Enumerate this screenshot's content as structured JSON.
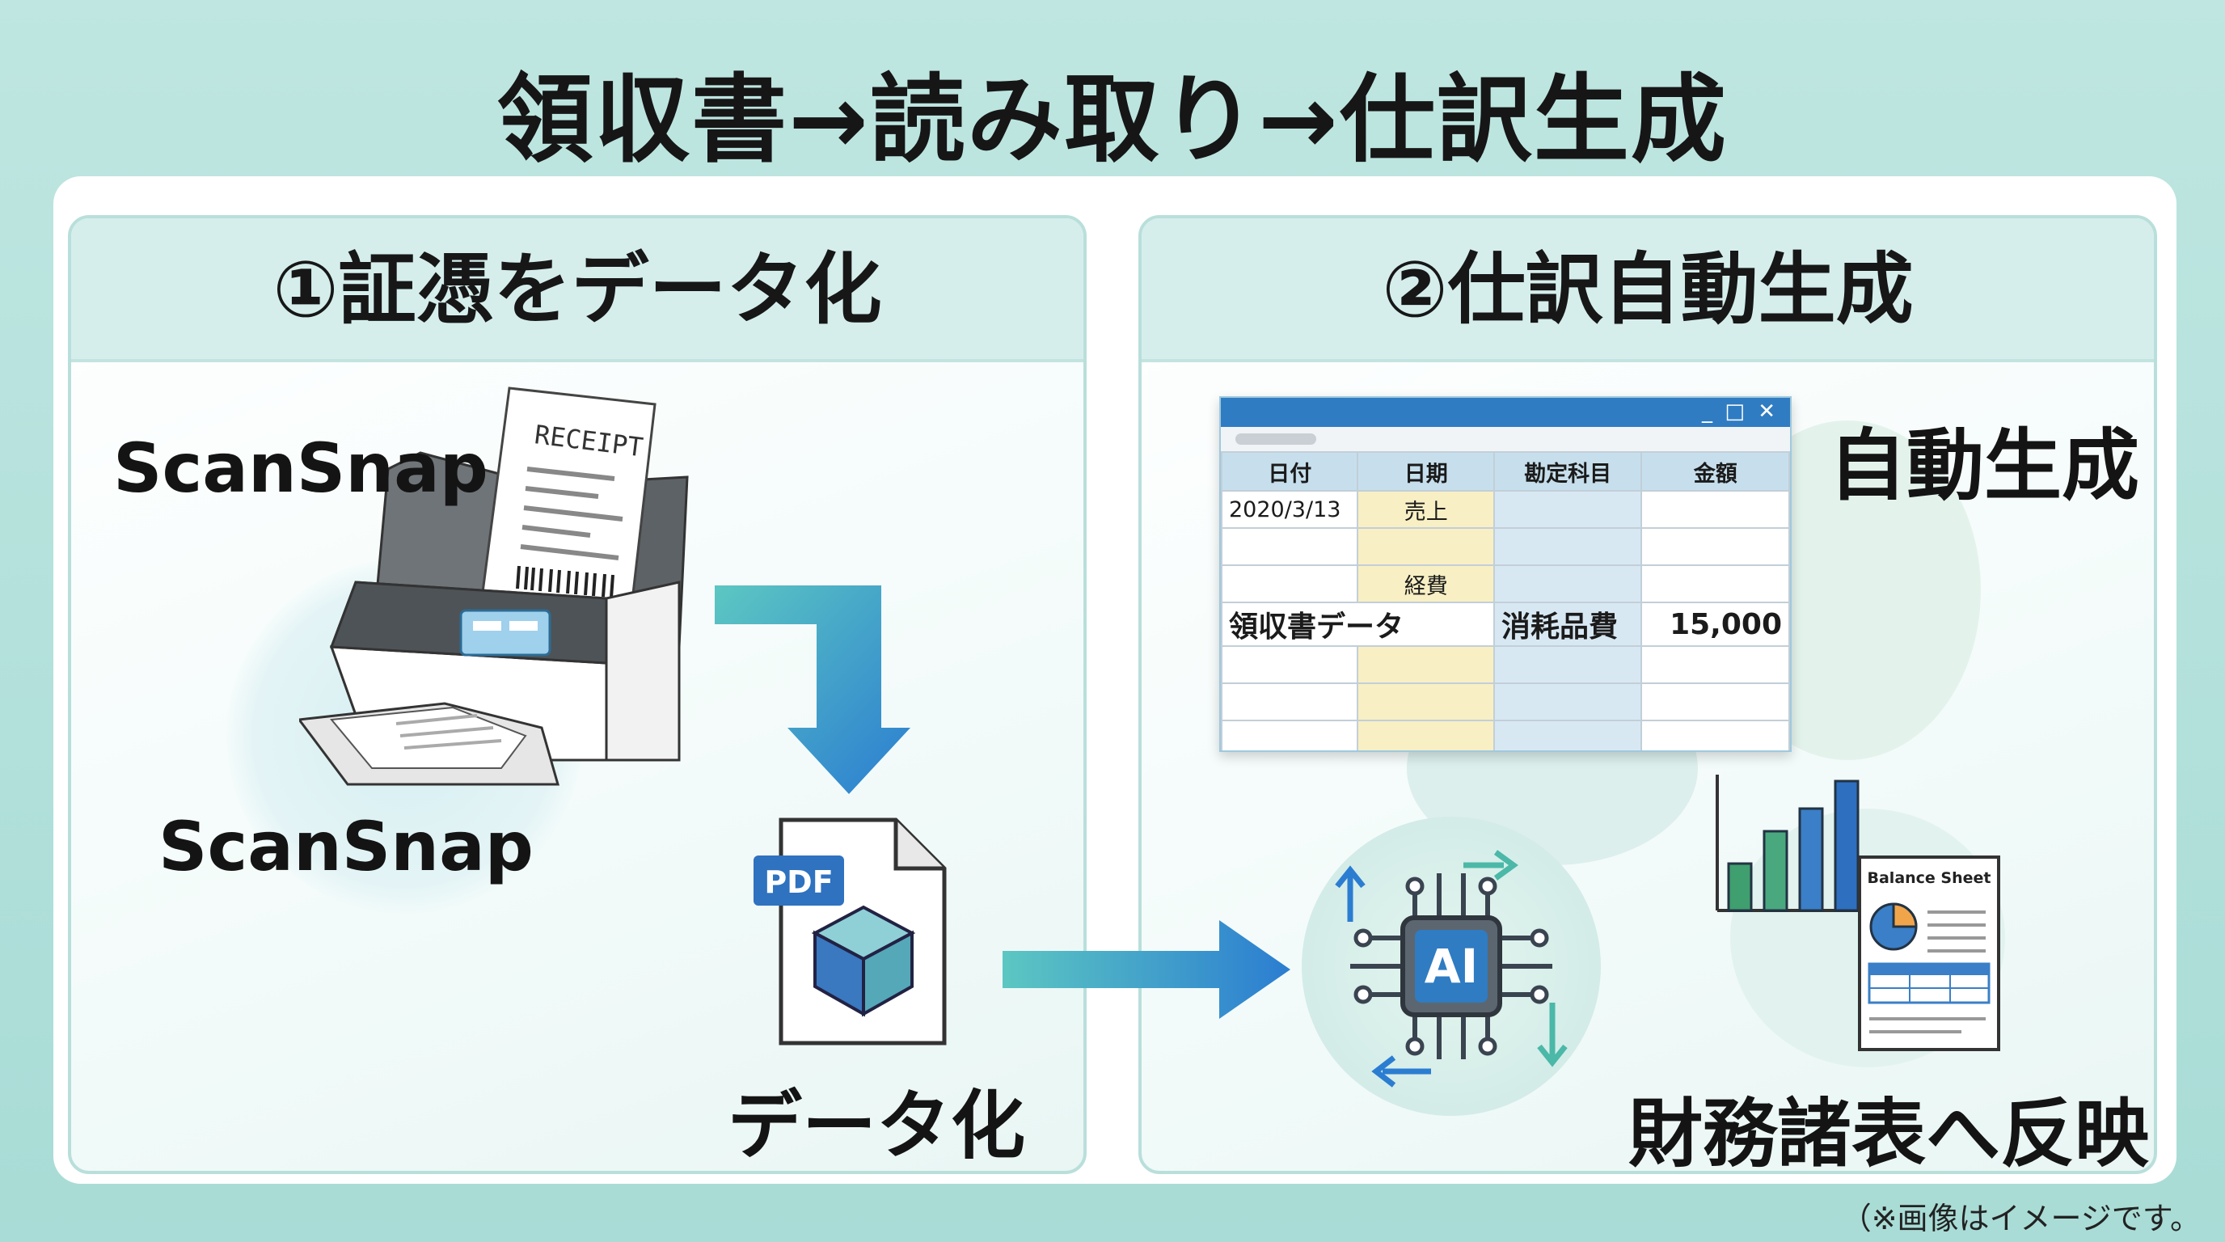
{
  "title": "領収書→読み取り→仕訳生成",
  "left_panel": {
    "header": "①証憑をデータ化",
    "scanner_label_1": "ScanSnap",
    "scanner_label_2": "ScanSnap",
    "receipt_text": "RECEIPT",
    "pdf_badge": "PDF",
    "data_label": "データ化"
  },
  "right_panel": {
    "header": "②仕訳自動生成",
    "auto_label": "自動生成",
    "ai_label": "AI",
    "balance_sheet_title": "Balance Sheet",
    "financial_label": "財務諸表へ反映",
    "sheet": {
      "window_controls": [
        "_",
        "□",
        "✕"
      ],
      "headers": [
        "日付",
        "日期",
        "勘定科目",
        "金額"
      ],
      "row1": [
        "2020/3/13",
        "売上",
        "",
        ""
      ],
      "row2": [
        "",
        "",
        "",
        ""
      ],
      "row3": [
        "",
        "経費",
        "",
        ""
      ],
      "row4_left": "領収書データ",
      "row4": [
        "消耗品費",
        "15,000"
      ],
      "row5": [
        "",
        "",
        "",
        ""
      ],
      "row6": [
        "",
        "",
        "",
        ""
      ],
      "row7": [
        "",
        "",
        "",
        ""
      ]
    }
  },
  "note": "（※画像はイメージです。",
  "colors": {
    "background": "#b5e0db",
    "panel_header": "#d5eeec",
    "arrow_start": "#5cc7c2",
    "arrow_end": "#2b7dd1",
    "titlebar": "#2f7cc2"
  }
}
